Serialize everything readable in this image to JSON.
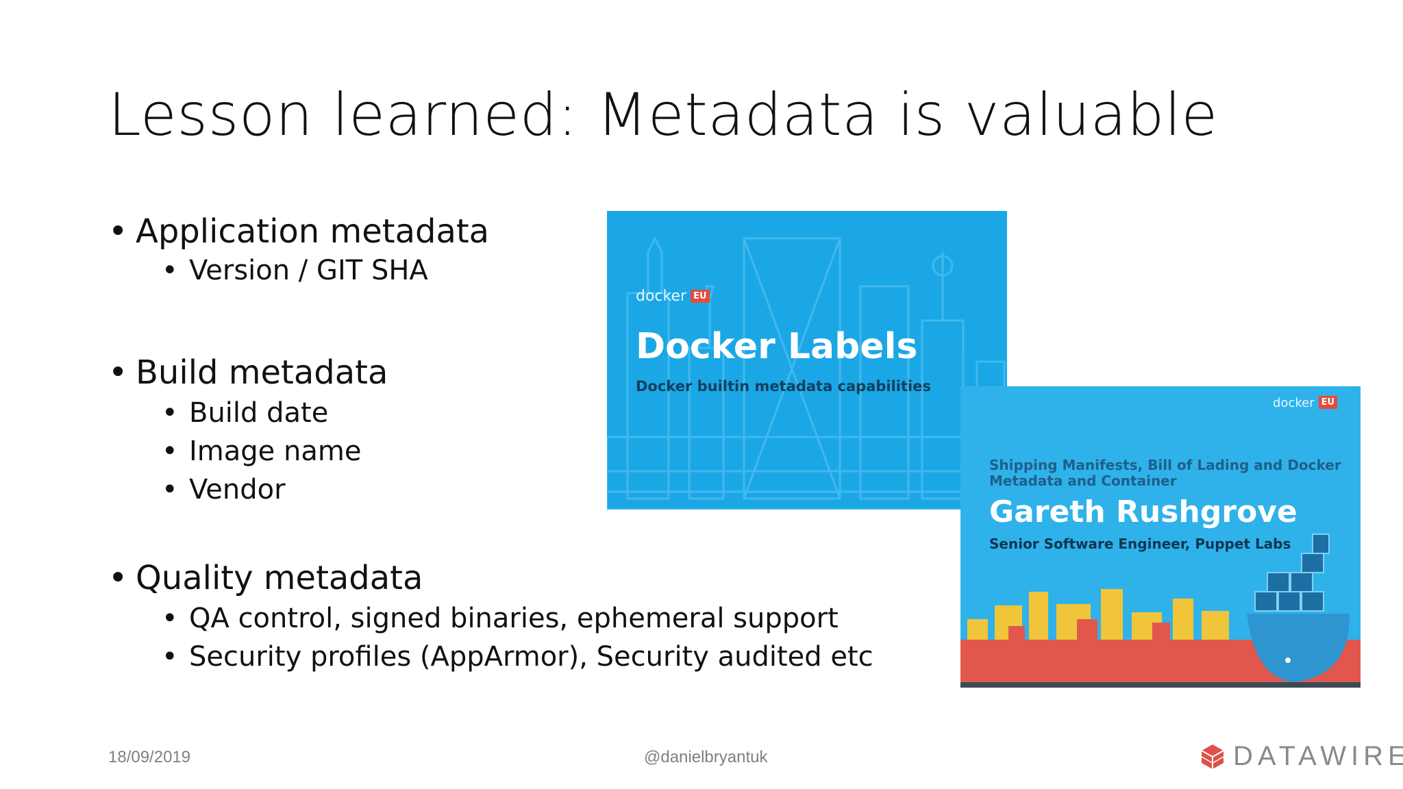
{
  "slide": {
    "title": "Lesson learned: Metadata is valuable",
    "bullets": [
      {
        "text": "Application metadata",
        "sub": [
          "Version / GIT SHA"
        ]
      },
      {
        "text": "Build metadata",
        "sub": [
          "Build date",
          "Image name",
          "Vendor"
        ]
      },
      {
        "text": "Quality metadata",
        "sub": [
          "QA control, signed binaries, ephemeral support",
          "Security profiles (AppArmor), Security audited etc"
        ]
      }
    ],
    "bullet_char": "•"
  },
  "thumbnail_1": {
    "logo_text": "docker",
    "logo_badge": "EU",
    "title": "Docker Labels",
    "subtitle": "Docker builtin metadata capabilities"
  },
  "thumbnail_2": {
    "logo_text": "docker",
    "logo_badge": "EU",
    "talk_title": "Shipping Manifests, Bill of Lading and Docker Metadata and Container",
    "speaker": "Gareth Rushgrove",
    "role": "Senior Software Engineer, Puppet Labs"
  },
  "footer": {
    "date": "18/09/2019",
    "handle": "@danielbryantuk",
    "brand": "DATAWIRE"
  },
  "colors": {
    "thumb1_bg": "#1ba7e5",
    "thumb2_bg": "#2fb2ea",
    "brand_logo": "#e0504a",
    "skyline_red": "#e2574c",
    "skyline_yellow": "#f0c53a"
  }
}
